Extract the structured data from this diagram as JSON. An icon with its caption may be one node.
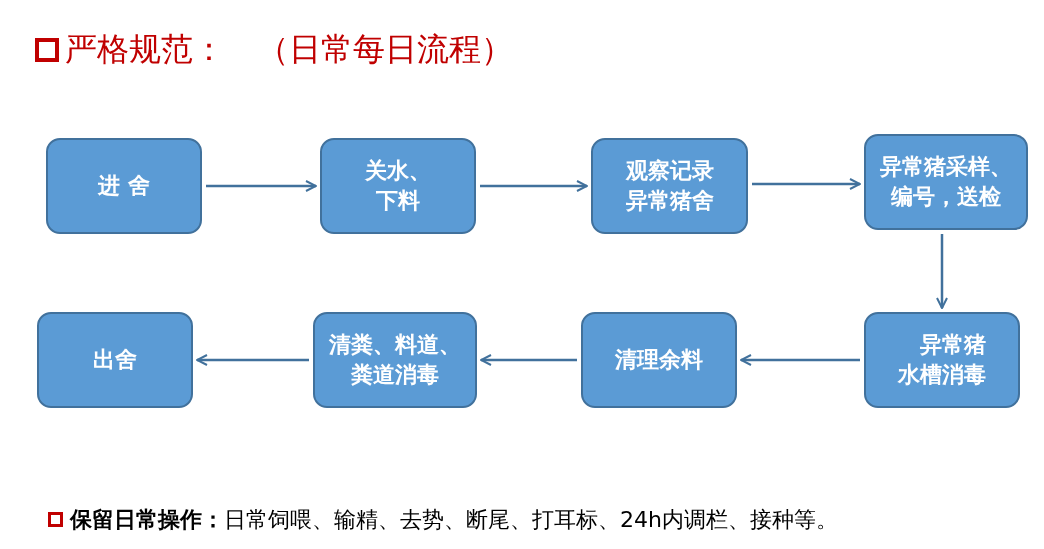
{
  "diagram": {
    "title": "严格规范：　（日常每日流程）",
    "nodes": [
      {
        "text": [
          "进 舍"
        ]
      },
      {
        "text": [
          "关水、下料"
        ]
      },
      {
        "text": [
          "观察**记录**异常猪舍"
        ]
      },
      {
        "text": [
          "**异常猪采样**、编号，送检"
        ]
      },
      {
        "text": [
          "异常猪**水槽**消毒"
        ]
      },
      {
        "text": [
          "清理余料"
        ]
      },
      {
        "text": [
          "清粪、料道、粪道消毒"
        ]
      },
      {
        "text": [
          "出舍"
        ]
      }
    ],
    "edges": [
      {
        "from": 0,
        "to": 1,
        "arrow": "to"
      },
      {
        "from": 1,
        "to": 2,
        "arrow": "to"
      },
      {
        "from": 2,
        "to": 3,
        "arrow": "to"
      },
      {
        "from": 3,
        "to": 4,
        "arrow": "to"
      },
      {
        "from": 4,
        "to": 5,
        "arrow": "to"
      },
      {
        "from": 5,
        "to": 6,
        "arrow": "to"
      },
      {
        "from": 6,
        "to": 7,
        "arrow": "to"
      }
    ],
    "labels": [
      "**保留日常操作：**日常饲喂、输精、去势、断尾、打耳标、24h内调栏、接种等。"
    ]
  }
}
